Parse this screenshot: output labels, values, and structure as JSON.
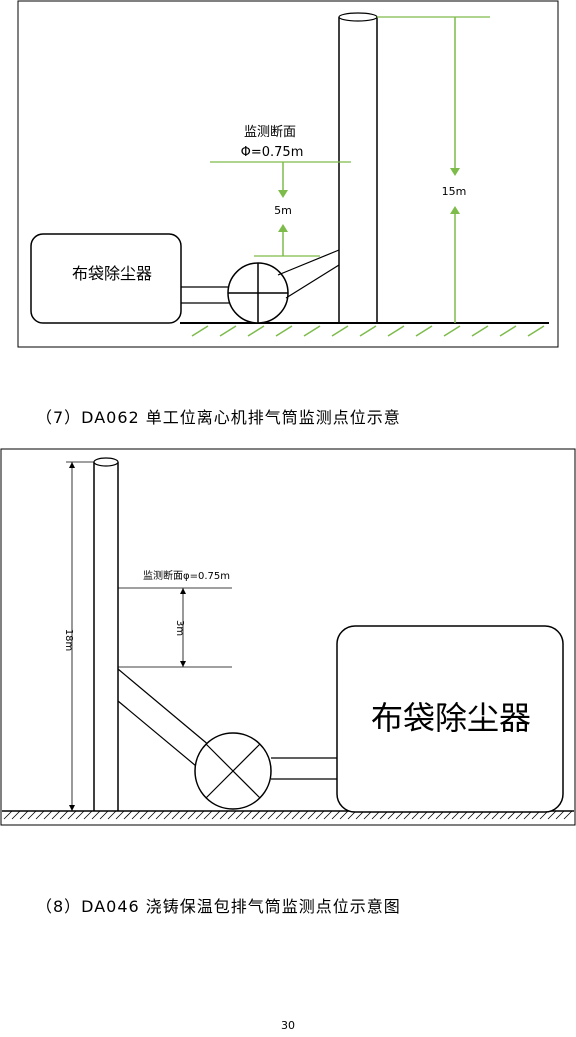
{
  "figure1": {
    "box_label": "布袋除尘器",
    "section_label": "监测断面",
    "diameter_label": "Φ=0.75m",
    "distance_label": "5m",
    "height_label": "15m",
    "line_color": "#7dbb4b"
  },
  "caption1": "（7）DA062 单工位离心机排气筒监测点位示意",
  "figure2": {
    "box_label": "布袋除尘器",
    "section_label": "监测断面φ=0.75m",
    "distance_label": "3m",
    "height_label": "18m"
  },
  "caption2": "（8）DA046  浇铸保温包排气筒监测点位示意图",
  "page_number": "30"
}
